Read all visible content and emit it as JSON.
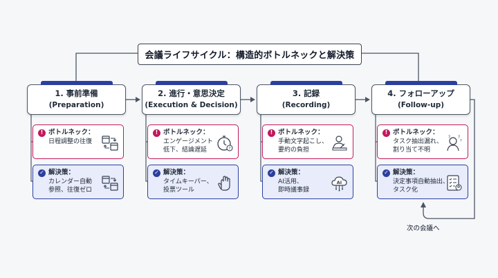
{
  "title": "会議ライフサイクル：構造的ボトルネックと解決策",
  "stages": [
    {
      "name": "1. 事前準備",
      "sub": "(Preparation)",
      "problem_label": "ボトルネック：",
      "problem_lines": [
        "日程調整の往復",
        ""
      ],
      "problem_icon": "calendar-swap-icon",
      "solution_label": "解決策：",
      "solution_lines": [
        "カレンダー自動",
        "参照、往復ゼロ"
      ],
      "solution_icon": "calendar-swap-icon"
    },
    {
      "name": "2. 進行・意思決定",
      "sub": "(Execution & Decision)",
      "problem_label": "ボトルネック：",
      "problem_lines": [
        "エンゲージメント",
        "低下、結論遅延"
      ],
      "problem_icon": "stopwatch-icon",
      "solution_label": "解決策：",
      "solution_lines": [
        "タイムキーパー、",
        "投票ツール"
      ],
      "solution_icon": "raised-hand-icon"
    },
    {
      "name": "3. 記録",
      "sub": "(Recording)",
      "problem_label": "ボトルネック：",
      "problem_lines": [
        "手動文字起こし、",
        "要約の負担"
      ],
      "problem_icon": "person-writing-icon",
      "solution_label": "解決策：",
      "solution_lines": [
        "AI活用、",
        "即時議事録"
      ],
      "solution_icon": "ai-cloud-icon",
      "solution_icon_text": "AI"
    },
    {
      "name": "4. フォローアップ",
      "sub": "(Follow-up)",
      "problem_label": "ボトルネック：",
      "problem_lines": [
        "タスク抽出漏れ、",
        "割り当て不明"
      ],
      "problem_icon": "confused-person-icon",
      "solution_label": "解決策：",
      "solution_lines": [
        "決定事項自動抽出、",
        "タスク化"
      ],
      "solution_icon": "task-checklist-icon"
    }
  ],
  "loop_label": "次の会議へ",
  "colors": {
    "problem": "#c2185b",
    "solution": "#2b3f9e",
    "solution_bg": "#e8ecfb",
    "line": "#4b5563"
  }
}
